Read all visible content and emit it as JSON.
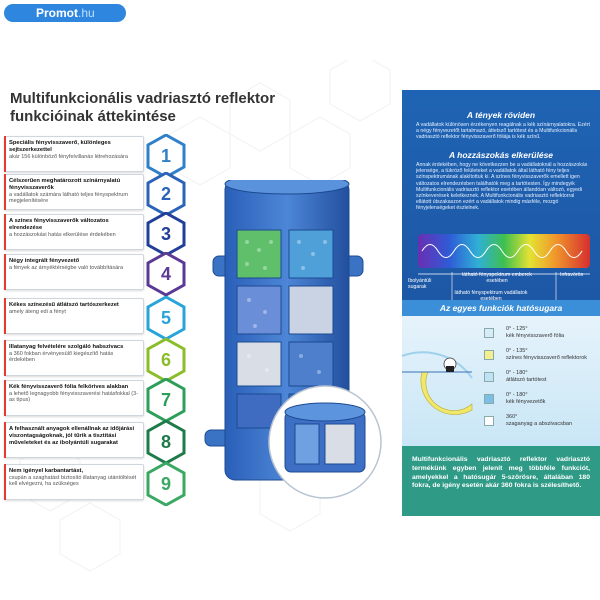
{
  "brand": {
    "name": "Promot",
    "tld": ".hu"
  },
  "title_line1": "Multifunkcionális vadriasztó reflektor",
  "title_line2": "funkcióinak áttekintése",
  "features": [
    {
      "num": "1",
      "title": "Speciális fényvisszaverő, különleges sejtszerkezettel",
      "desc": "akár 156 különböző fényfelvillanás létrehozására",
      "color": "#2f7fc9"
    },
    {
      "num": "2",
      "title": "Célszerűen meghatározott színárnyalatú fényvisszaverők",
      "desc": "a vadállatok számára látható teljes fényspektrum megjelenítésére",
      "color": "#2a63b8"
    },
    {
      "num": "3",
      "title": "A színes fényvisszaverők változatos elrendezése",
      "desc": "a hozzászokási hatás elkerülése érdekében",
      "color": "#213f99"
    },
    {
      "num": "4",
      "title": "Négy integrált fényvezető",
      "desc": "a fények az árnyéktérségbe való továbbítására",
      "color": "#5b3a96"
    },
    {
      "num": "5",
      "title": "Kékes színezésű átlátszó tartószerkezet",
      "desc": "amely áteng edi a fényt",
      "color": "#29a4d9"
    },
    {
      "num": "6",
      "title": "Illatanyag felvételére szolgáló habszivacs",
      "desc": "a 360 fokban érvényesülő kiegészítő hatás érdekében",
      "color": "#8bbd2a"
    },
    {
      "num": "7",
      "title": "Kék fényvisszaverő fólia felkörives alakban",
      "desc": "a lehető legnagyobb fényvisszaverési hatásfokkal (3-as típus)",
      "color": "#2e9e5b"
    },
    {
      "num": "8",
      "title": "A felhasznált anyagok ellenállnak az időjárási viszontagságoknak, jól tűrik a tisztítási műveleteket és az ibolyántúli sugarakat",
      "desc": "",
      "color": "#1f7a4a"
    },
    {
      "num": "9",
      "title": "Nem igényel karbantartást,",
      "desc": "csupán a szaghatást biztosító illatanyag utántöltését kell elvégezni, ha szükséges",
      "color": "#3aa862"
    }
  ],
  "right": {
    "facts_title": "A tények röviden",
    "facts_text": "A vadállatok különösen érzékenyen reagálnak a kék színárnyalatokra. Ezért a négy fényvezetőt tartalmazó, áttetsző tartótest és a Multifunkcionális vadriasztó reflektor fényvisszaverő fóliája is kék színű.",
    "habit_title": "A hozzászokás elkerülése",
    "habit_text": "Annak érdekében, hogy ne következzen be a vadállatoknál a hozzászokás jelensége, a tükröző felületeket a vadállatok által látható fény teljes színspektrumának alakítottuk ki. A színes fényvisszaverők emellett igen változatos elrendezésben találhatók meg a tartótesten. Így mindegyik Multifunkcionális vadriasztó reflektor esetében állandóan változó, egyedi színkeverések keletkeznek. A Multifunkcionális vadriasztó reflektorral ellátott útszakaszon ezért a vadállatok mindig másféle, mozgó fényjelenségeket észlelnek.",
    "spectrum_labels": {
      "uv": "Ibolyántúli sugarak",
      "human": "látható fényspektrum emberek esetében",
      "ir": "Infravörös",
      "animal": "látható fényspektrum vadállatok esetében"
    },
    "angles_title": "Az egyes funkciók hatósugara",
    "angles": [
      {
        "angle": "0° - 125°",
        "name": "kék fényvisszaverő fólia",
        "color": "#d8ecf8"
      },
      {
        "angle": "0° - 135°",
        "name": "színes fényvisszaverő reflektorok",
        "color": "#f4ef8c"
      },
      {
        "angle": "0° - 180°",
        "name": "átlátszó tartótest",
        "color": "#bfe2f5"
      },
      {
        "angle": "0° - 180°",
        "name": "kék fényvezetők",
        "color": "#7bbfe6"
      },
      {
        "angle": "360°",
        "name": "szaganyag a abszivacsban",
        "color": "#ffffff"
      }
    ],
    "bottom_note": "Multifunkcionális vadriasztó reflektor vadriasztó termékünk egyben jelenít meg többféle funkciót, amelyekkel a hatósugár 5-szörösre, általában 180 fokra, de igény esetén akár 360 fokra is szélesíthető."
  }
}
